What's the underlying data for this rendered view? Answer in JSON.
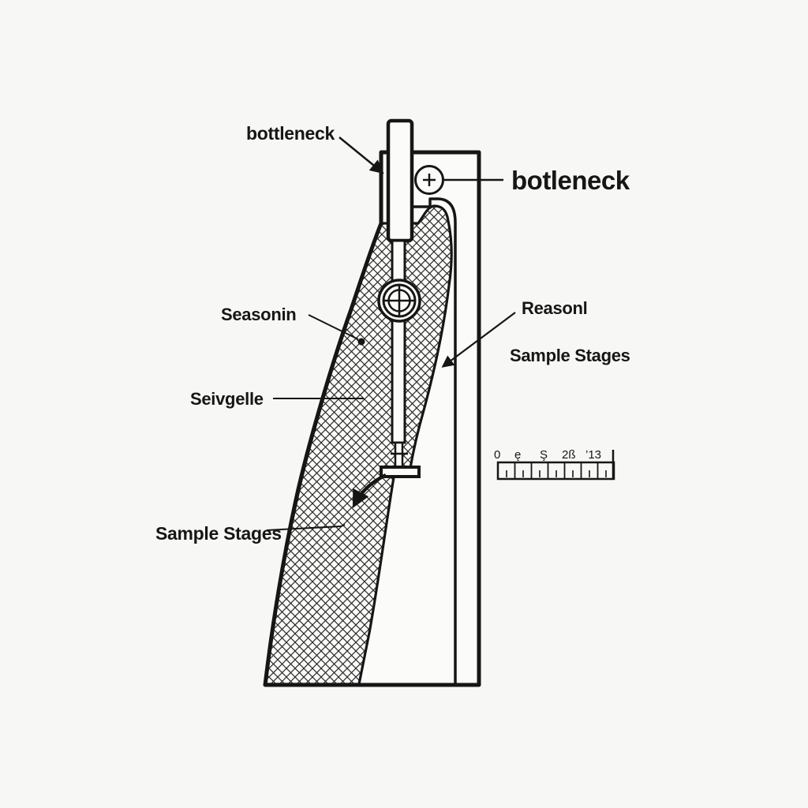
{
  "diagram": {
    "background": "#f7f7f5",
    "line_color": "#161616",
    "labels": {
      "bottleneck_left": "bottleneck",
      "botleneck_title": "botleneck",
      "seasonin": "Seasonin",
      "reasonl": "Reasonl",
      "sample_stages_right": "Sample Stages",
      "seivgelle": "Seivgelle",
      "sample_stages_left": "Sample Stages"
    },
    "ruler": {
      "tick_labels": [
        "0",
        "ę",
        "Ş",
        "2ß",
        "’13"
      ]
    },
    "icons": {
      "datum_target": "circle-plus",
      "dial_indicator": "circle-crosshair"
    }
  }
}
